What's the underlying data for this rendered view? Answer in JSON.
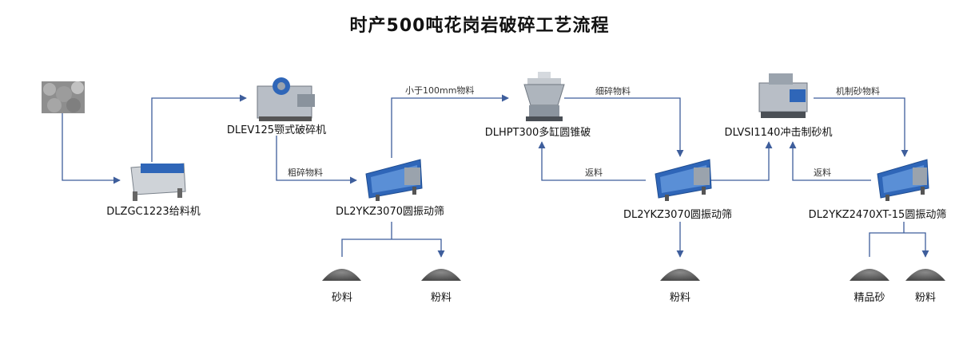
{
  "title": "时产500吨花岗岩破碎工艺流程",
  "colors": {
    "arrow": "#3e5e9c",
    "machine_blue": "#2f66b8",
    "machine_gray": "#9aa3ad",
    "pile": "#5f5f5f"
  },
  "machines": {
    "feeder": "DLZGC1223给料机",
    "jaw": "DLEV125颚式破碎机",
    "screen1": "DL2YKZ3070圆振动筛",
    "cone": "DLHPT300多缸圆锥破",
    "screen2": "DL2YKZ3070圆振动筛",
    "vsi": "DLVSI1140冲击制砂机",
    "screen3": "DL2YKZ2470XT-15圆振动筛"
  },
  "edges": {
    "coarse": "粗碎物料",
    "small": "小于100mm物料",
    "fine": "细碎物料",
    "return1": "返料",
    "sand_material": "机制砂物料",
    "return2": "返料"
  },
  "outputs": {
    "sand1": "砂料",
    "powder1": "粉料",
    "powder2": "粉料",
    "fine_sand": "精品砂",
    "powder3": "粉料"
  }
}
